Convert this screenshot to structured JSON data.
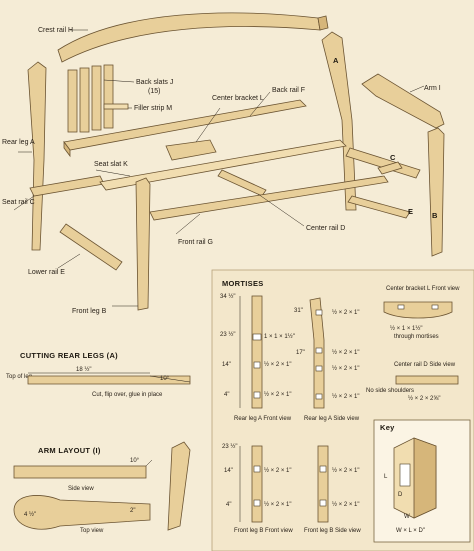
{
  "exploded_view": {
    "labels": {
      "crest_rail": "Crest rail H",
      "back_slats": "Back slats J",
      "back_slats_qty": "(15)",
      "filler_strip": "Filler strip M",
      "center_bracket": "Center bracket L",
      "back_rail": "Back rail F",
      "arm": "Arm I",
      "rear_leg": "Rear leg A",
      "seat_slat": "Seat slat K",
      "seat_rail": "Seat rail C",
      "lower_rail": "Lower rail E",
      "front_rail": "Front rail G",
      "center_rail": "Center rail D",
      "front_leg": "Front leg B"
    },
    "part_letters": {
      "a": "A",
      "b": "B",
      "c": "C",
      "e": "E"
    }
  },
  "cutting_rear_legs": {
    "title": "CUTTING REAR LEGS (A)",
    "top_of_leg": "Top of leg",
    "length": "18 ½\"",
    "angle": "10°",
    "note": "Cut, flip over, glue in place"
  },
  "arm_layout": {
    "title": "ARM LAYOUT (I)",
    "angle": "10°",
    "side_view": "Side view",
    "top_view": "Top view",
    "width_dim": "4 ½\"",
    "end_dim": "2\""
  },
  "mortises": {
    "title": "MORTISES",
    "rear": {
      "heights": [
        "34 ½\"",
        "23 ½\"",
        "14\"",
        "4\""
      ],
      "sizes_front": [
        "1 × 1 × 1½\"",
        "½ × 2 × 1\"",
        "½ × 2 × 1\""
      ],
      "sizes_side": [
        "½ × 2 × 1\"",
        "½ × 2 × 1\"",
        "½ × 2 × 1\"",
        "½ × 2 × 1\""
      ],
      "side_height": "17\"",
      "front_caption": "Rear leg A Front view",
      "side_caption": "Rear leg A Side view"
    },
    "front": {
      "heights": [
        "23 ½\"",
        "14\"",
        "4\""
      ],
      "sizes_front": [
        "½ × 2 × 1\"",
        "½ × 2 × 1\""
      ],
      "sizes_side": [
        "½ × 2 × 1\"",
        "½ × 2 × 1\""
      ],
      "front_caption": "Front leg B Front view",
      "side_caption": "Front leg B Side view"
    },
    "center_bracket": {
      "title": "Center bracket L Front view",
      "size1": "½ × 1 × 1½\"",
      "size2": "through mortises"
    },
    "center_rail": {
      "title": "Center rail D Side view",
      "note": "No side shoulders",
      "size": "½ × 2 × 2⅝\""
    }
  },
  "key": {
    "title": "Key",
    "l": "L",
    "d": "D",
    "w": "W",
    "formula": "W × L × D\""
  }
}
